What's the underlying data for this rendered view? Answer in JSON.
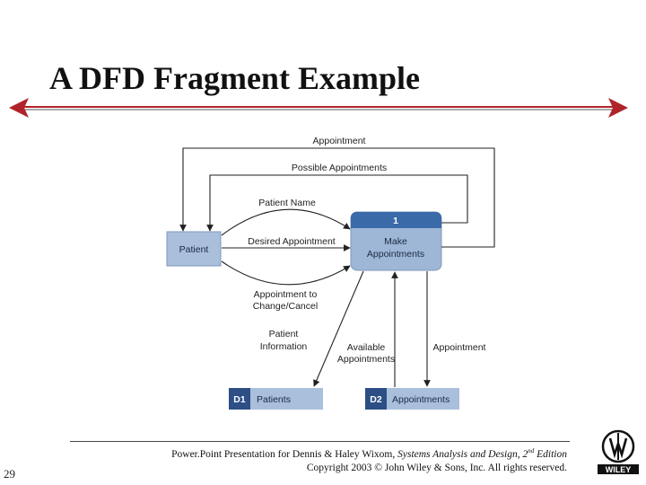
{
  "slide": {
    "title": "A DFD Fragment Example",
    "number": "29"
  },
  "diagram": {
    "process": {
      "number": "1",
      "line1": "Make",
      "line2": "Appointments"
    },
    "entity": {
      "name": "Patient"
    },
    "stores": [
      {
        "id": "D1",
        "name": "Patients"
      },
      {
        "id": "D2",
        "name": "Appointments"
      }
    ],
    "flows": {
      "appointment_top": "Appointment",
      "possible_appointments": "Possible Appointments",
      "patient_name": "Patient Name",
      "desired_appointment": "Desired Appointment",
      "change_cancel_line1": "Appointment to",
      "change_cancel_line2": "Change/Cancel",
      "patient_info_line1": "Patient",
      "patient_info_line2": "Information",
      "available_line1": "Available",
      "available_line2": "Appointments",
      "appointment_store": "Appointment"
    }
  },
  "footer": {
    "line1_pre": "Power.Point Presentation for Dennis & Haley Wixom, ",
    "line1_book": "Systems Analysis and Design, 2",
    "line1_sup": "nd",
    "line1_edition": " Edition",
    "line2": "Copyright 2003 © John Wiley & Sons, Inc.  All rights reserved."
  },
  "logo": {
    "text": "WILEY"
  },
  "colors": {
    "divider_red": "#b0232a",
    "process_blue": "#3a6aa8",
    "process_body": "#9fb7d6",
    "store_navy": "#2d4f86",
    "store_body": "#a9bfdc",
    "entity_fill": "#a9bfdc"
  }
}
